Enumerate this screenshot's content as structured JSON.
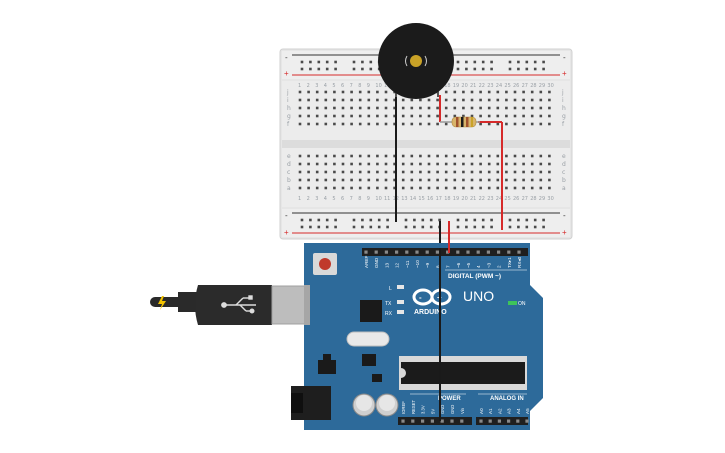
{
  "breadboard": {
    "column_numbers": [
      "1",
      "2",
      "3",
      "4",
      "5",
      "6",
      "7",
      "8",
      "9",
      "10",
      "11",
      "12",
      "13",
      "14",
      "15",
      "16",
      "17",
      "18",
      "19",
      "20",
      "21",
      "22",
      "23",
      "24",
      "25",
      "26",
      "27",
      "28",
      "29",
      "30"
    ],
    "top_rows": [
      "j",
      "i",
      "h",
      "g",
      "f"
    ],
    "bottom_rows": [
      "e",
      "d",
      "c",
      "b",
      "a"
    ],
    "rail_plus": "+",
    "rail_minus": "-"
  },
  "arduino": {
    "brand": "ARDUINO",
    "model": "UNO",
    "digital_header_label": "DIGITAL (PWM ~)",
    "digital_pins": [
      "AREF",
      "GND",
      "13",
      "12",
      "~11",
      "~10",
      "~9",
      "8",
      "7",
      "~6",
      "~5",
      "4",
      "~3",
      "2",
      "TX▸1",
      "RX◂0"
    ],
    "power_label": "POWER",
    "power_pins": [
      "IOREF",
      "RESET",
      "3.3V",
      "5V",
      "GND",
      "GND",
      "Vin"
    ],
    "analog_label": "ANALOG IN",
    "analog_pins": [
      "A0",
      "A1",
      "A2",
      "A3",
      "A4",
      "A5"
    ],
    "led_labels": [
      "L",
      "TX",
      "RX"
    ],
    "on_label": "ON"
  },
  "colors": {
    "board_blue": "#2d6a9a",
    "wire_black": "#1a1a1a",
    "wire_red": "#d62a2a",
    "breadboard": "#e8e8e8"
  }
}
